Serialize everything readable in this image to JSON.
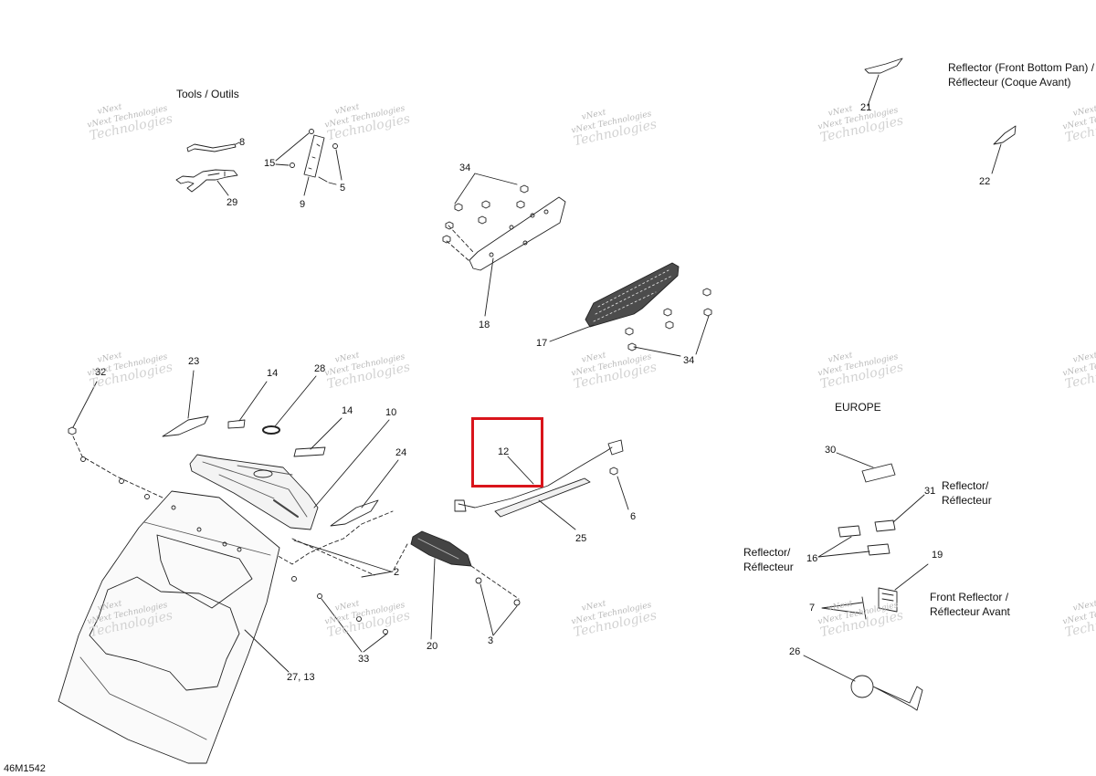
{
  "captions": {
    "tools": "Tools / Outils",
    "reflector_front_bottom": [
      "Reflector (Front Bottom Pan) /",
      "Réflecteur (Coque Avant)"
    ],
    "europe": "EUROPE",
    "reflector_right": [
      "Reflector/",
      "Réflecteur"
    ],
    "reflector_left": [
      "Reflector/",
      "Réflecteur"
    ],
    "front_reflector": [
      "Front Reflector /",
      "Réflecteur Avant"
    ]
  },
  "callouts": {
    "c8": "8",
    "c15": "15",
    "c9": "9",
    "c5": "5",
    "c29": "29",
    "c34a": "34",
    "c18": "18",
    "c17": "17",
    "c34b": "34",
    "c21": "21",
    "c22": "22",
    "c32": "32",
    "c23": "23",
    "c14a": "14",
    "c28": "28",
    "c14b": "14",
    "c10": "10",
    "c24": "24",
    "c12": "12",
    "c6": "6",
    "c25": "25",
    "c2": "2",
    "c20": "20",
    "c3": "3",
    "c33": "33",
    "c27_13": "27, 13",
    "c30": "30",
    "c31": "31",
    "c16": "16",
    "c19": "19",
    "c7": "7",
    "c26": "26"
  },
  "watermark": {
    "line1": "vNext",
    "line2": "vNext Technologies",
    "line3": "Technologies"
  },
  "diagram_code": "46M1542",
  "highlight": {
    "label": "12",
    "color": "#d9141b"
  }
}
